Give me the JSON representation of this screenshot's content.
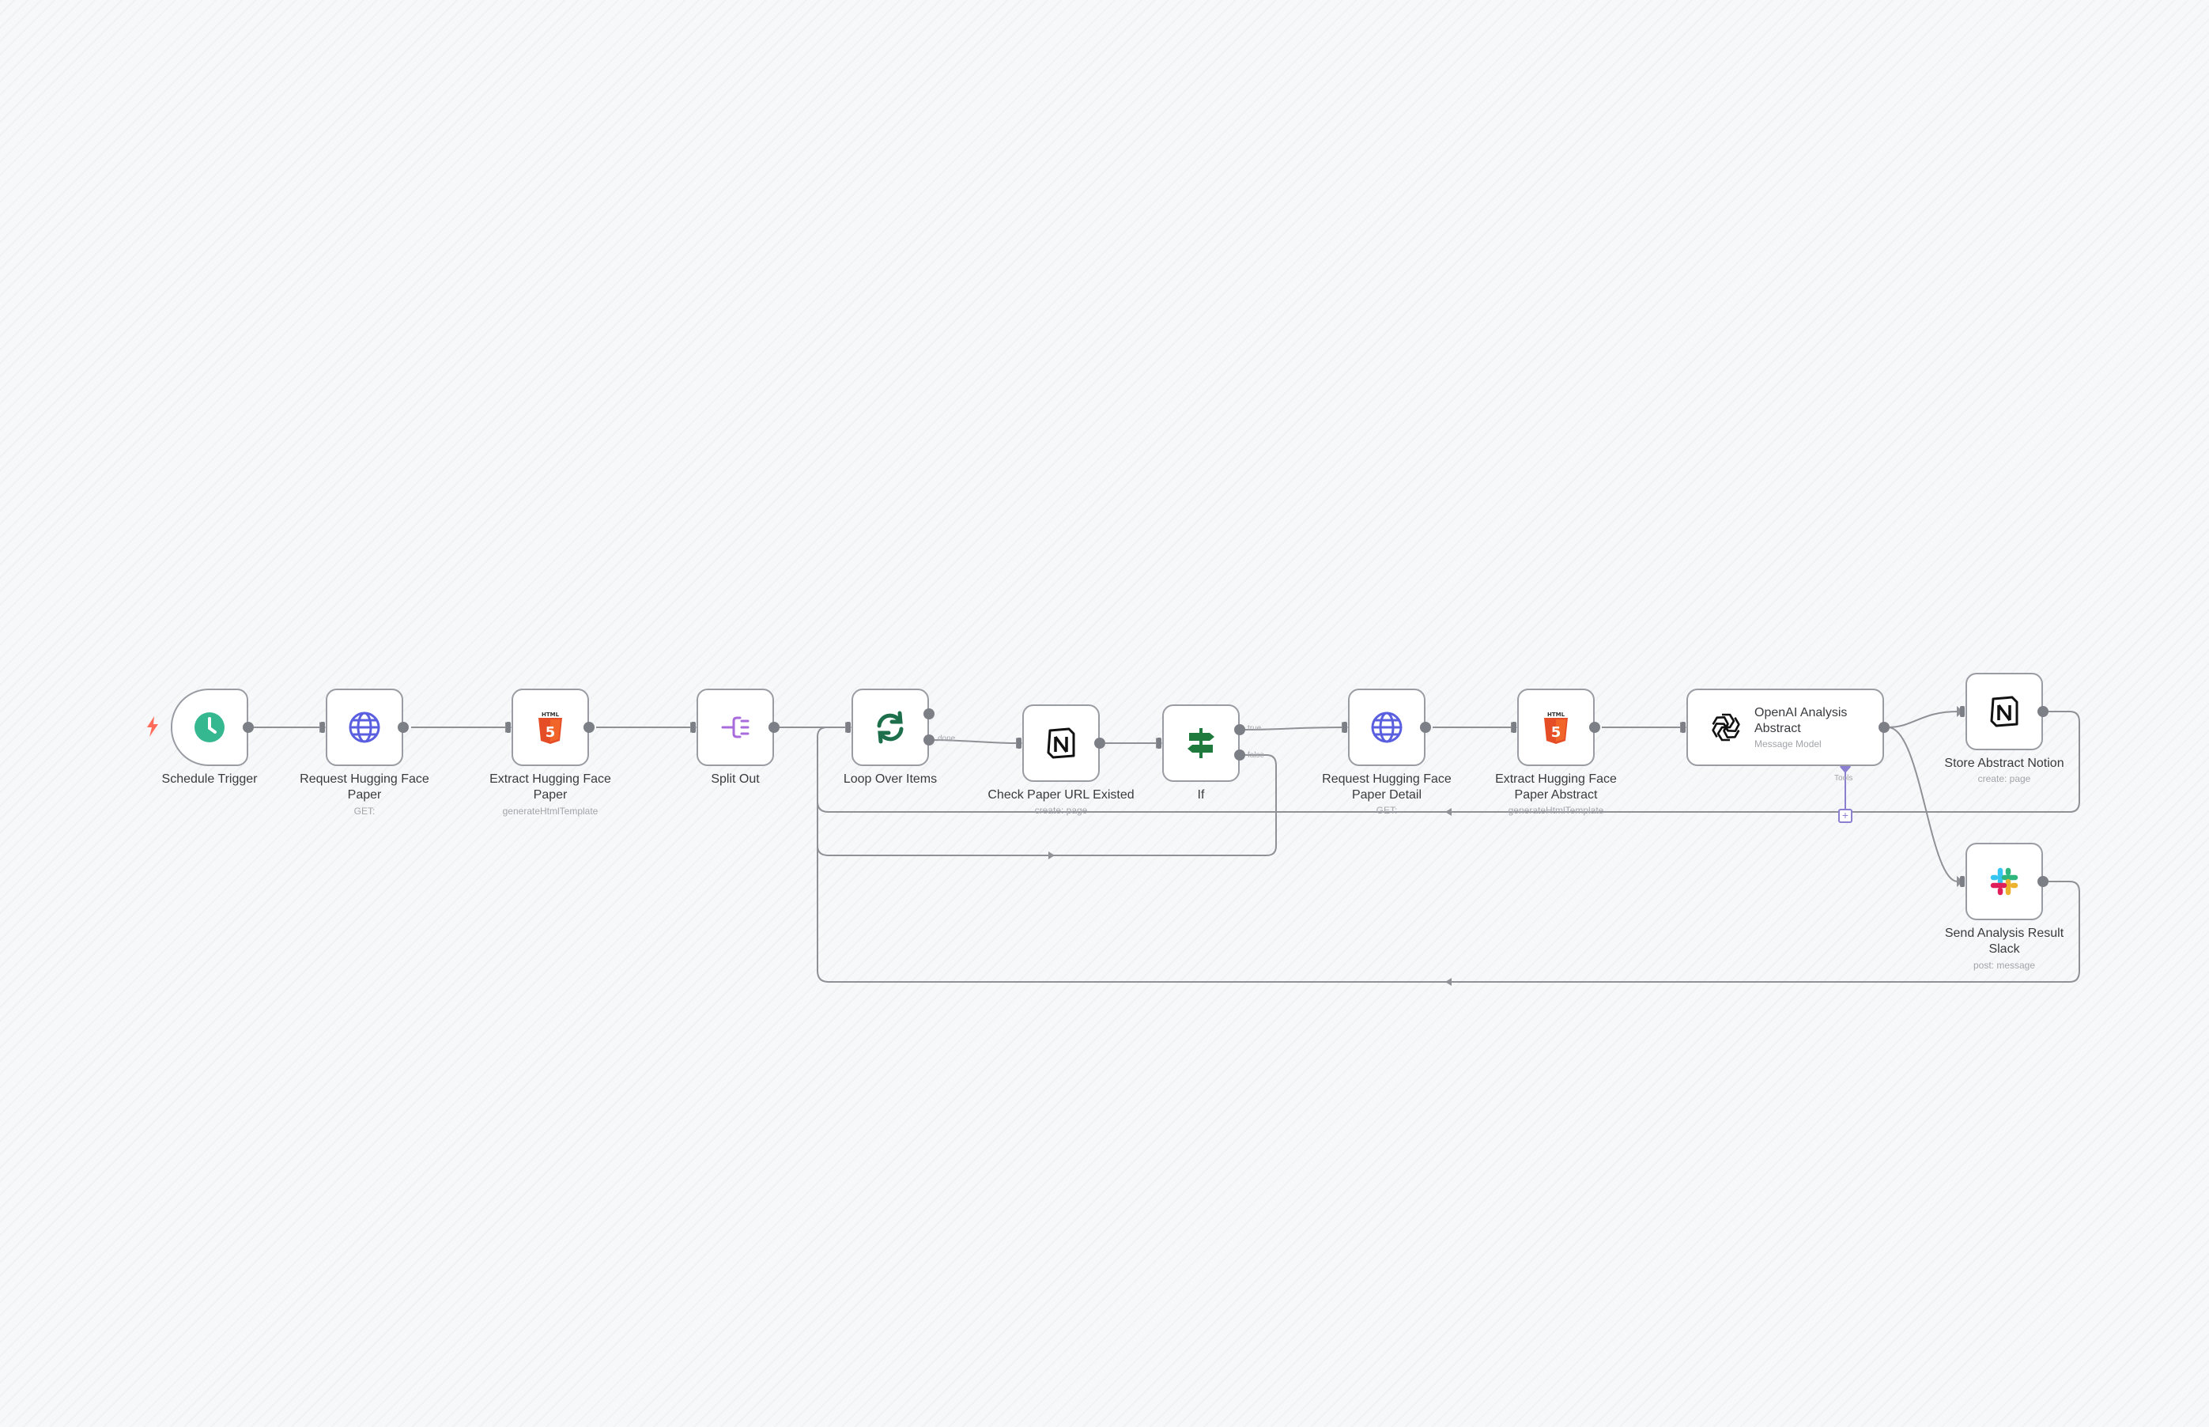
{
  "workflow": {
    "nodes": [
      {
        "id": "schedule",
        "title": "Schedule Trigger",
        "subtitle": "",
        "icon": "clock-icon"
      },
      {
        "id": "request1",
        "title": "Request Hugging Face Paper",
        "subtitle": "GET:",
        "icon": "globe-icon"
      },
      {
        "id": "extract1",
        "title": "Extract Hugging Face Paper",
        "subtitle": "generateHtmlTemplate",
        "icon": "html5-icon"
      },
      {
        "id": "split",
        "title": "Split Out",
        "subtitle": "",
        "icon": "split-out-icon"
      },
      {
        "id": "loop",
        "title": "Loop Over Items",
        "subtitle": "",
        "icon": "loop-icon"
      },
      {
        "id": "check",
        "title": "Check Paper URL Existed",
        "subtitle": "create: page",
        "icon": "notion-icon"
      },
      {
        "id": "if",
        "title": "If",
        "subtitle": "",
        "icon": "if-signpost-icon"
      },
      {
        "id": "request2",
        "title": "Request Hugging Face Paper Detail",
        "subtitle": "GET:",
        "icon": "globe-icon"
      },
      {
        "id": "extract2",
        "title": "Extract Hugging Face Paper Abstract",
        "subtitle": "generateHtmlTemplate",
        "icon": "html5-icon"
      },
      {
        "id": "openai",
        "title": "OpenAI Analysis Abstract",
        "subtitle": "Message Model",
        "icon": "openai-icon"
      },
      {
        "id": "notion",
        "title": "Store Abstract Notion",
        "subtitle": "create: page",
        "icon": "notion-icon"
      },
      {
        "id": "slack",
        "title": "Send Analysis Result Slack",
        "subtitle": "post: message",
        "icon": "slack-icon"
      }
    ],
    "edge_labels": {
      "loop_done": "done",
      "if_true": "true",
      "if_false": "false",
      "tools": "Tools"
    },
    "accent_colors": {
      "trigger_bolt": "#ff6d5a",
      "clock": "#35b88f",
      "globe": "#5a5fe0",
      "html5": "#e44d26",
      "split": "#a86bdc",
      "loop": "#1c6f4a",
      "if": "#1f7a3d",
      "tools": "#8b7fd1"
    }
  }
}
